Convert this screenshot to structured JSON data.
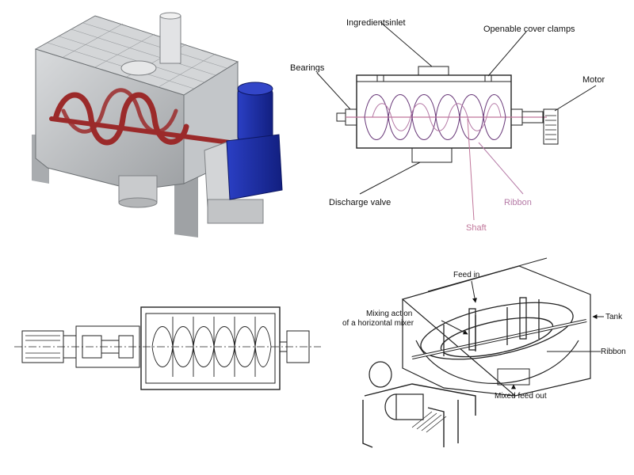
{
  "panels": {
    "top_right": {
      "labels": {
        "ingredients_inlet": "Ingredientsinlet",
        "openable_cover_clamps": "Openable cover clamps",
        "bearings": "Bearings",
        "motor": "Motor",
        "discharge_valve": "Discharge valve",
        "ribbon": "Ribbon",
        "shaft": "Shaft"
      }
    },
    "bottom_right": {
      "labels": {
        "feed_in": "Feed in",
        "mixing_action_line1": "Mixing action",
        "mixing_action_line2": "of a horizontal mixer",
        "tank": "Tank",
        "ribbon": "Ribbon",
        "mixed_feed_out": "Mixed feed out"
      }
    }
  },
  "colors": {
    "ribbon_red": "#9b2a2a",
    "motor_blue": "#1d2fa6",
    "ribbon_pink": "#b57aa6",
    "shaft_pink": "#c0769a",
    "metal_gray": "#b9bcbf"
  }
}
